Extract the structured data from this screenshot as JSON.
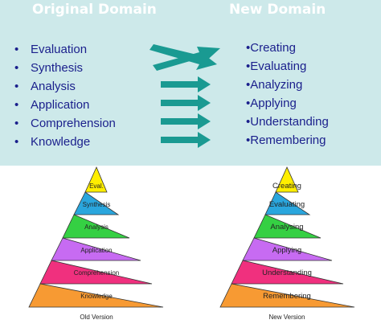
{
  "header": {
    "left_title": "Original Domain",
    "right_title": "New Domain"
  },
  "original_domain": {
    "bullet": "•",
    "items": [
      "Evaluation",
      "Synthesis",
      "Analysis",
      "Application",
      "Comprehension",
      "Knowledge"
    ]
  },
  "new_domain": {
    "items": [
      "•Creating",
      "•Evaluating",
      "•Analyzing",
      "•Applying",
      "•Understanding",
      "•Remembering"
    ]
  },
  "old_pyramid": {
    "caption": "Old Version",
    "levels": [
      {
        "label": "Eval.",
        "color": "#ffee00"
      },
      {
        "label": "Synthesis",
        "color": "#2aa6dd"
      },
      {
        "label": "Analysis",
        "color": "#35d043"
      },
      {
        "label": "Application",
        "color": "#c76bf2"
      },
      {
        "label": "Comprehension",
        "color": "#f0307e"
      },
      {
        "label": "Knowledge",
        "color": "#f79a33"
      }
    ]
  },
  "new_pyramid": {
    "caption": "New Version",
    "levels": [
      {
        "label": "Creating",
        "color": "#ffee00"
      },
      {
        "label": "Evaluating",
        "color": "#2aa6dd"
      },
      {
        "label": "Analysing",
        "color": "#35d043"
      },
      {
        "label": "Applying",
        "color": "#c76bf2"
      },
      {
        "label": "Understanding",
        "color": "#f0307e"
      },
      {
        "label": "Remembering",
        "color": "#f79a33"
      }
    ]
  },
  "colors": {
    "panel_background": "#cde9ea",
    "header_text": "#ffffff",
    "list_text": "#1a1f8c",
    "arrow": "#1a9a92"
  }
}
